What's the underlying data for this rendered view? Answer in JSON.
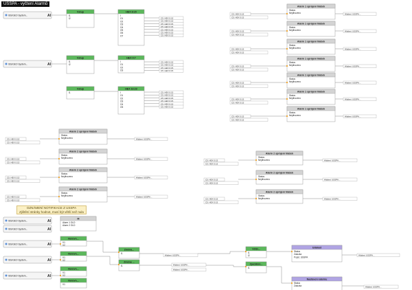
{
  "app": {
    "title": "USSPA - vyčtení Alarmů"
  },
  "note": {
    "line1": "OZNÁMENÍ NOTIFIKACE Z USSPA",
    "line2": "Zjištění stránky hodnot, musí být větší než nula"
  },
  "labels": {
    "source": "ISS/GEO System...",
    "ai": "AI",
    "vsvstup": "Vstup",
    "hex815": "HEX 8:15",
    "hex07": "HEX 0:7",
    "hex1623": "HEX 16:23",
    "alarm1": "Alarm 1 sprájení hlášek",
    "alarm2": "Alarm 2 sprájení hlášek",
    "status": "Status",
    "nejdhozeno": "Nejdhozeno",
    "txt": "Txt",
    "hex_out_c": "C5: HEX 0:15",
    "hex_out_o7": "O7: HEX 0:15",
    "mux_m": "M",
    "alarm1_out": "Alarm 1 OLD",
    "alarm2_out": "Alarm 2 OLD",
    "alarm1_in": "Alarm 1 OLD",
    "alarm2_in": "Alarm 2 OLD",
    "neroven": "Nerovn...",
    "zmena": "Změna...",
    "zmena_r": "Změna ...",
    "vetsi": "Větší...",
    "zpozdeni": "Zpoždění...",
    "udalost": "Událost",
    "nastaveni_alarmu": "Nastavení alarmu",
    "zalozka": "Zalozka",
    "popis": "Popis: USSPA",
    "status2": "Status",
    "zpozdeni_lbl": "Zpoždění",
    "hlaseni": "Hlášení USSPA...",
    "c_label": "Nejd"
  },
  "colors": {
    "green": "#5cb85c",
    "grey": "#d4d4d4",
    "purple": "#b0a4e3",
    "line": "#888888"
  }
}
